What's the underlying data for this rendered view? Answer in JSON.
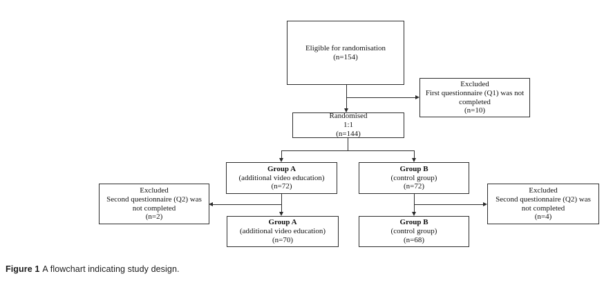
{
  "figure": {
    "caption_label": "Figure 1",
    "caption_text": "A flowchart indicating study design."
  },
  "colors": {
    "line": "#2a2a2a",
    "background": "#ffffff",
    "text": "#111111"
  },
  "boxes": {
    "eligible": {
      "lines": [
        "Eligible for randomisation",
        "(n=154)"
      ]
    },
    "excluded_q1": {
      "lines": [
        "Excluded",
        "First questionnaire (Q1) was not",
        "completed",
        "(n=10)"
      ]
    },
    "randomised": {
      "lines": [
        "Randomised",
        "1:1",
        "(n=144)"
      ]
    },
    "group_a": {
      "title": "Group A",
      "lines": [
        "(additional video education)",
        "(n=72)"
      ]
    },
    "group_b": {
      "title": "Group B",
      "lines": [
        "(control group)",
        "(n=72)"
      ]
    },
    "excluded_q2_left": {
      "lines": [
        "Excluded",
        "Second questionnaire (Q2) was",
        "not completed",
        "(n=2)"
      ]
    },
    "excluded_q2_right": {
      "lines": [
        "Excluded",
        "Second questionnaire (Q2) was",
        "not completed",
        "(n=4)"
      ]
    },
    "group_a_final": {
      "title": "Group A",
      "lines": [
        "(additional video education)",
        "(n=70)"
      ]
    },
    "group_b_final": {
      "title": "Group B",
      "lines": [
        "(control group)",
        "(n=68)"
      ]
    }
  }
}
